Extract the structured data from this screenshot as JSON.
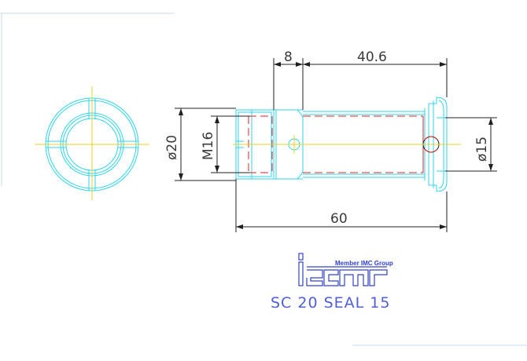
{
  "dimensions": {
    "dia_body": "ø20",
    "thread": "M16",
    "flange_width": "8",
    "shank_length": "40.6",
    "total_length": "60",
    "dia_seal": "ø15"
  },
  "brand": {
    "tagline": "Member IMC Group",
    "logo_name": "iscar-logo"
  },
  "caption": "SC 20 SEAL 15",
  "colors": {
    "outline": "#2fd6e8",
    "hidden_line": "#e02020",
    "center_line": "#e8d020",
    "dimension": "#202020",
    "brand": "#3344cc"
  }
}
